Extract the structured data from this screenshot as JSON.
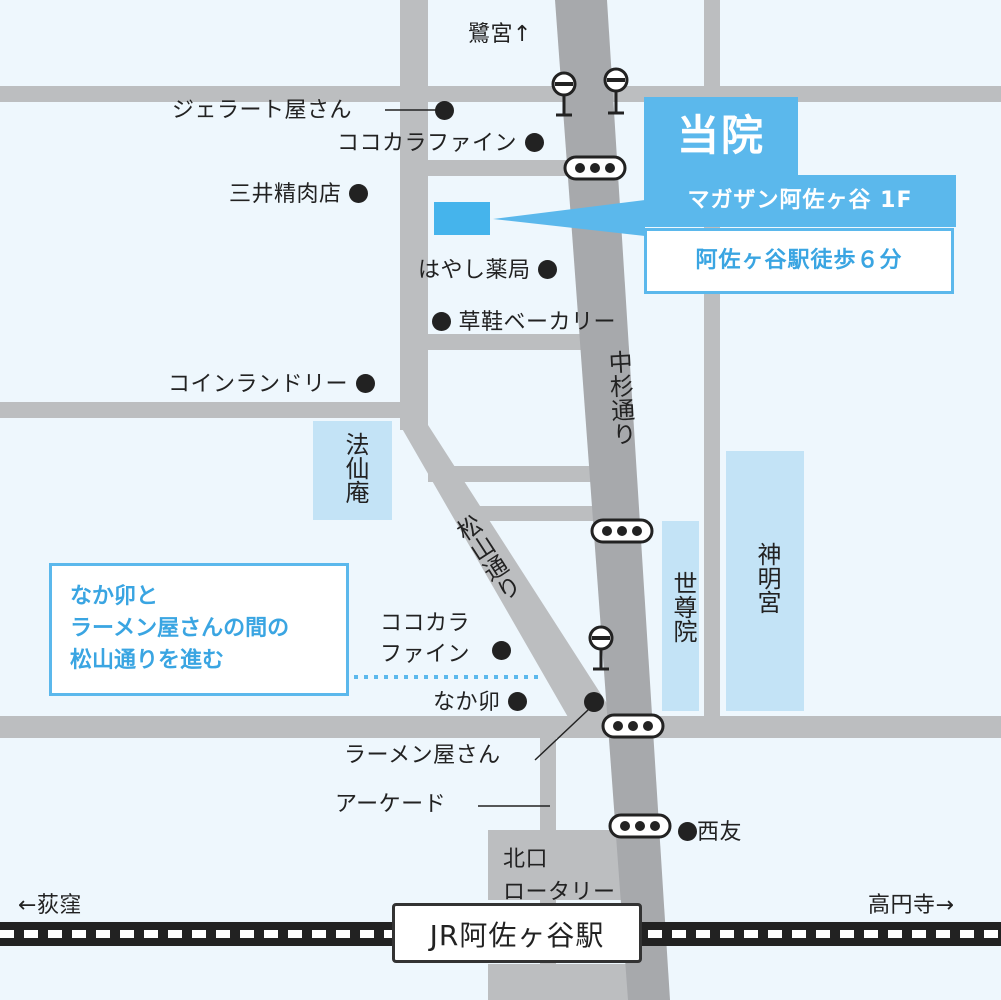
{
  "directions": {
    "north": "鷺宮↑",
    "west": "←荻窪",
    "east": "高円寺→"
  },
  "destination": {
    "title": "当院",
    "building": "マガザン阿佐ヶ谷 1F",
    "walk": "阿佐ヶ谷駅徒歩６分"
  },
  "streets": {
    "nakasugi": "中杉通り",
    "matsuyama": "松山通り"
  },
  "blocks": {
    "hosenan": "法仙庵",
    "sesonin": "世尊院",
    "shinmeigu": "神明宮",
    "kitaguchi": "北口\nロータリー"
  },
  "landmarks": {
    "gelato": "ジェラート屋さん",
    "cocokara_north": "ココカラファイン",
    "mitsui": "三井精肉店",
    "hayashi": "はやし薬局",
    "kusagutsu": "草鞋ベーカリー",
    "laundry": "コインランドリー",
    "cocokara_south": "ココカラ\nファイン",
    "nakatamago": "なか卯",
    "ramen": "ラーメン屋さん",
    "arcade": "アーケード",
    "seiyu": "西友"
  },
  "route_note": "なか卯と\nラーメン屋さんの間の\n松山通りを進む",
  "station": "JR阿佐ヶ谷駅",
  "colors": {
    "background": "#eef7fd",
    "road": "#bcbec0",
    "main_road": "#a7a9ac",
    "block": "#c3e3f6",
    "accent": "#5bb8ec",
    "target": "#45b4ec",
    "traffic_light": "#222222"
  },
  "icons": [
    "bus-stop-icon",
    "traffic-light-icon",
    "landmark-dot-icon",
    "railway-track-icon",
    "clinic-marker-icon"
  ]
}
